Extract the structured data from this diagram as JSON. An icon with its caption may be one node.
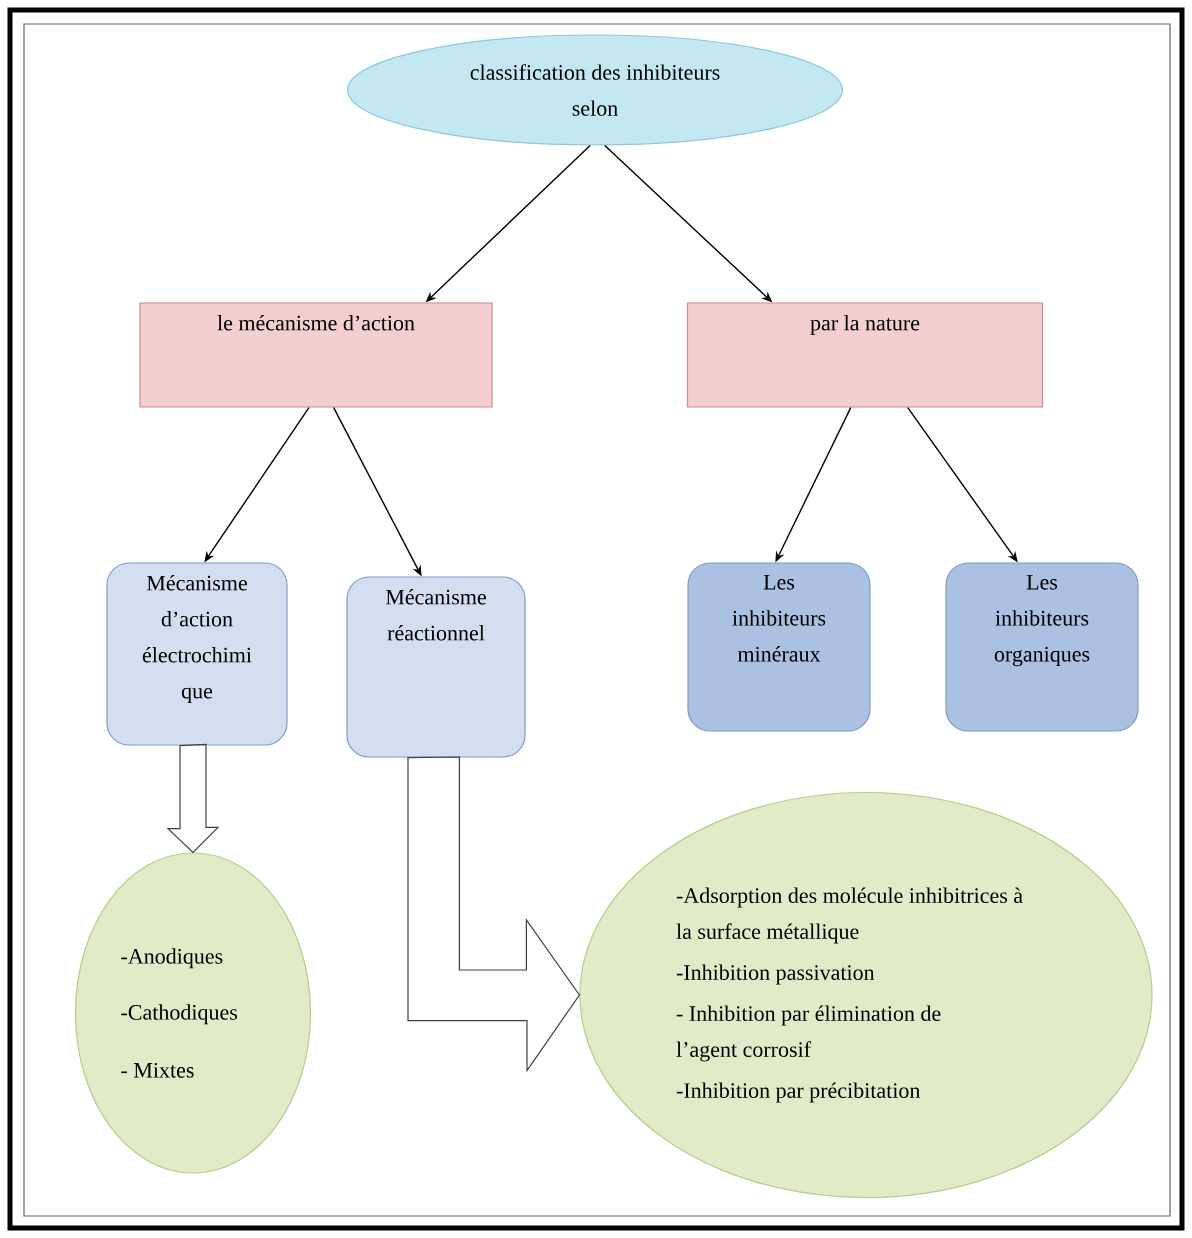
{
  "diagram": {
    "nodes": [
      {
        "text": [
          "classification des inhibiteurs selon"
        ]
      },
      {
        "text": [
          "le mécanisme d’action"
        ]
      },
      {
        "text": [
          "par la nature"
        ]
      },
      {
        "text": [
          "Mécanisme d’action électrochimi que"
        ]
      },
      {
        "text": [
          "Mécanisme réactionnel"
        ]
      },
      {
        "text": [
          "Les inhibiteurs minéraux"
        ]
      },
      {
        "text": [
          "Les inhibiteurs organiques"
        ]
      },
      {
        "text": [
          "-Anodiques",
          "-Cathodiques",
          "- Mixtes"
        ]
      },
      {
        "text": [
          "-Adsorption des molécule inhibitrices à la surface métallique",
          "-Inhibition passivation",
          "- Inhibition par élimination de l’agent corrosif",
          "-Inhibition par précibitation"
        ]
      }
    ],
    "edges": [
      {
        "from": 0,
        "to": 1,
        "arrow": "to"
      },
      {
        "from": 0,
        "to": 2,
        "arrow": "to"
      },
      {
        "from": 1,
        "to": 3,
        "arrow": "to"
      },
      {
        "from": 1,
        "to": 4,
        "arrow": "to"
      },
      {
        "from": 2,
        "to": 5,
        "arrow": "to"
      },
      {
        "from": 2,
        "to": 6,
        "arrow": "to"
      },
      {
        "from": 3,
        "to": 7,
        "arrow": "to",
        "style": "thick"
      },
      {
        "from": 4,
        "to": 8,
        "arrow": "to",
        "style": "thick"
      }
    ]
  }
}
